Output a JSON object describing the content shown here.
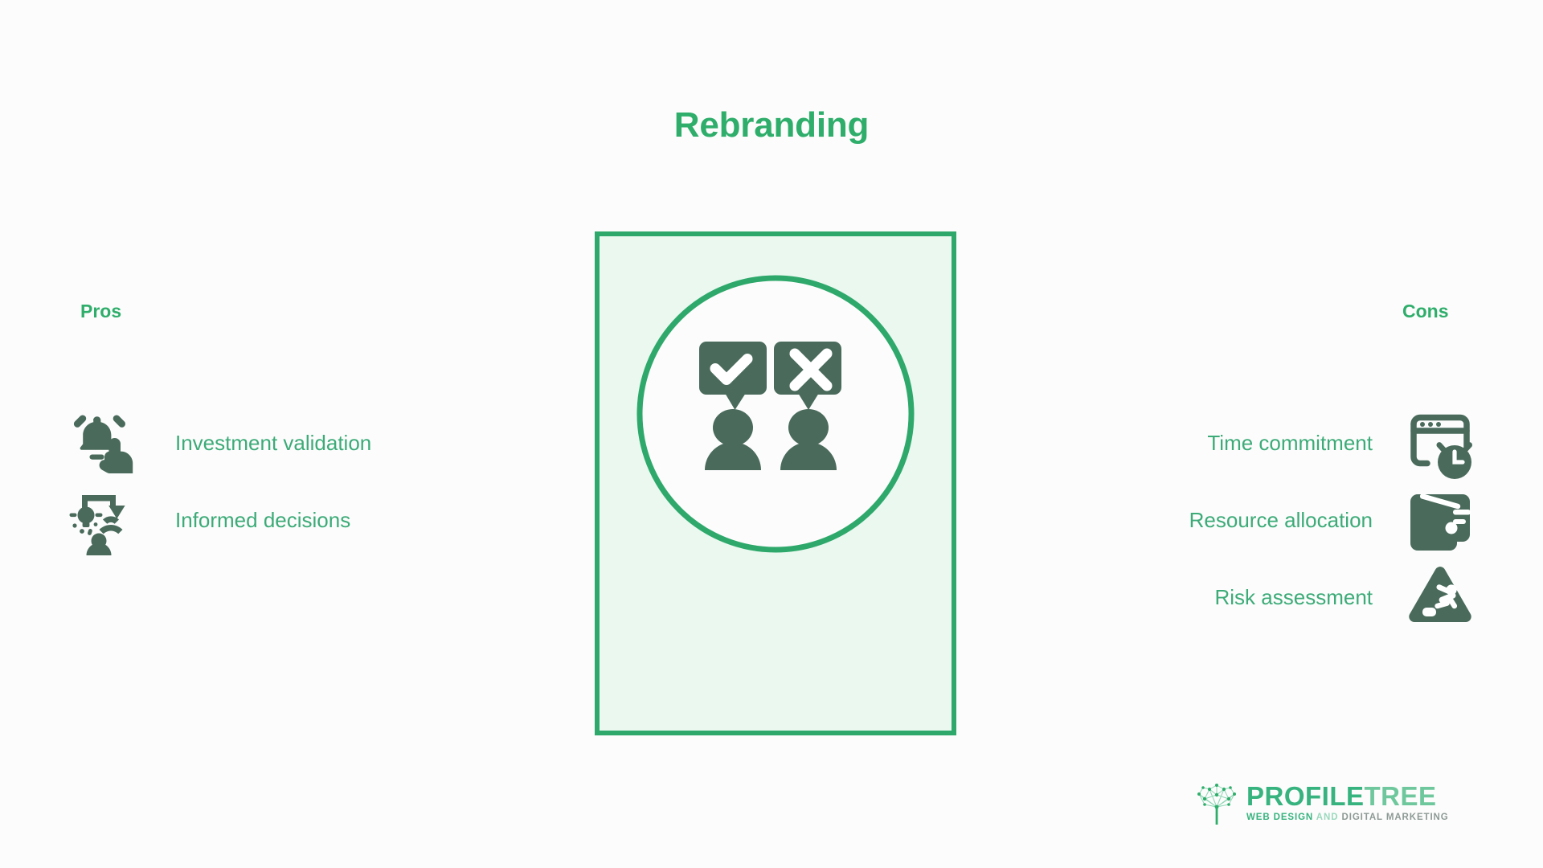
{
  "page": {
    "title": "Rebranding",
    "background_color": "#fcfcfc",
    "accent_green": "#2fae6b",
    "label_green": "#3cab78",
    "icon_color": "#4a6b5c",
    "panel_fill": "#eaf8f0",
    "panel_border": "#2fa96b"
  },
  "pros": {
    "heading": "Pros",
    "items": [
      {
        "label": "Investment validation",
        "icon": "bell-click-icon"
      },
      {
        "label": "Informed decisions",
        "icon": "idea-transfer-icon"
      }
    ]
  },
  "cons": {
    "heading": "Cons",
    "items": [
      {
        "label": "Time commitment",
        "icon": "browser-alarm-clock-icon"
      },
      {
        "label": "Resource allocation",
        "icon": "wallet-icon"
      },
      {
        "label": "Risk assessment",
        "icon": "slip-hazard-warning-icon"
      }
    ]
  },
  "center": {
    "illustration": "two-people-approve-reject-speech-bubbles-icon",
    "bubble_left_symbol": "checkmark",
    "bubble_right_symbol": "cross"
  },
  "logo": {
    "mark": "network-tree-icon",
    "name_primary": "PROFILE",
    "name_secondary": "TREE",
    "tagline_part1": "WEB DESIGN",
    "tagline_part2": "AND",
    "tagline_part3": "DIGITAL MARKETING"
  }
}
